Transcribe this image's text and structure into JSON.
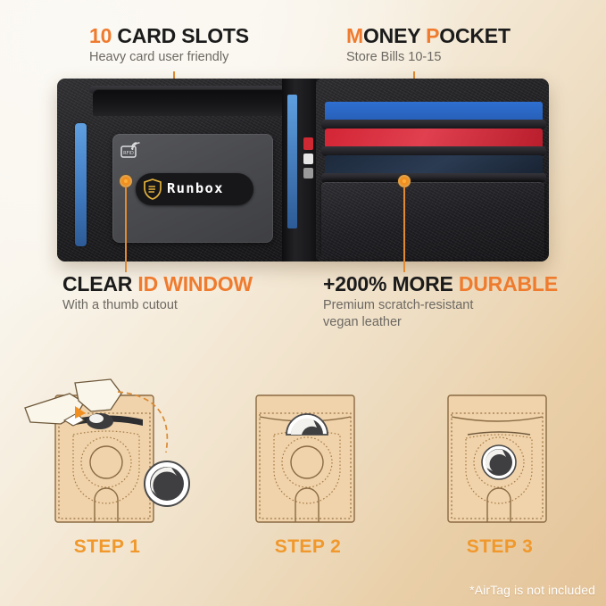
{
  "theme": {
    "accent": "#ef7b2e",
    "step_accent": "#f0982c",
    "heading_color": "#1b1b1b",
    "sub_color": "#6c6862",
    "bg_start": "#faf8f3",
    "bg_end": "#e4c398",
    "wallet_black": "#1a1a1c",
    "card_blue": "#3f78bd",
    "card_red": "#d32535"
  },
  "callouts": [
    {
      "id": "card-slots",
      "head_highlight": "10",
      "head_rest": " CARD SLOTS",
      "subtitle": "Heavy card user friendly",
      "position": "top-left"
    },
    {
      "id": "money-pocket",
      "head_parts": [
        {
          "text": "M",
          "highlight": true
        },
        {
          "text": "ONEY ",
          "highlight": false
        },
        {
          "text": "P",
          "highlight": true
        },
        {
          "text": "OCKET",
          "highlight": false
        }
      ],
      "subtitle": "Store Bills 10-15",
      "position": "top-right"
    },
    {
      "id": "id-window",
      "head_plain": "CLEAR ",
      "head_highlight": "ID WINDOW",
      "subtitle": "With a thumb cutout",
      "position": "bottom-left"
    },
    {
      "id": "durable",
      "head_plain": "+200% MORE ",
      "head_highlight": "DURABLE",
      "subtitle_line1": "Premium scratch-resistant",
      "subtitle_line2": "vegan leather",
      "position": "bottom-right"
    }
  ],
  "product": {
    "brand": "Runbox",
    "rfid_badge": "RFID",
    "logo_icon": "shield-icon"
  },
  "steps": [
    {
      "label": "STEP 1",
      "description": "open-pocket-insert-airtag"
    },
    {
      "label": "STEP 2",
      "description": "airtag-partially-inserted"
    },
    {
      "label": "STEP 3",
      "description": "airtag-seated-in-window"
    }
  ],
  "footnote": "*AirTag is not included"
}
